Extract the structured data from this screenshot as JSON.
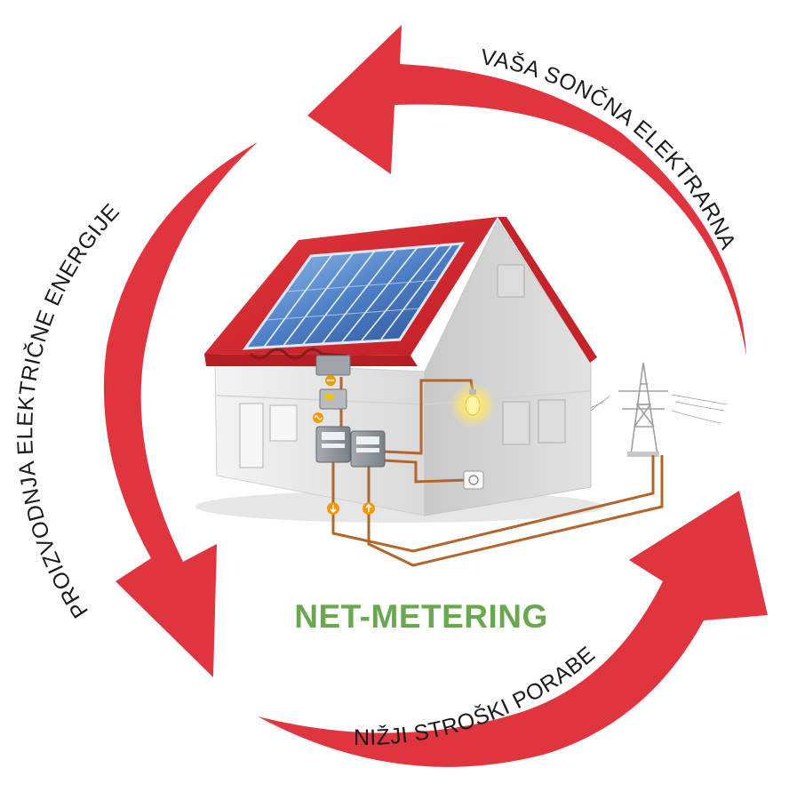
{
  "labels": {
    "top_right": "VAŠA SONČNA ELEKTRARNA",
    "left": "PROIZVODNJA ELEKTRIČNE ENERGIJE",
    "bottom": "NIŽJI STROŠKI PORABE"
  },
  "title": "NET-METERING",
  "colors": {
    "arrow": "#e0343f",
    "title": "#6aa84f",
    "roof": "#d7282f",
    "panel": "#3f6fb8",
    "wire": "#b5652a",
    "meter": "#8e949a",
    "bulb": "#ffe66b"
  },
  "icons": {
    "house": "house-icon",
    "solar_panel": "solar-panel-icon",
    "power_pylon": "power-pylon-icon",
    "light_bulb": "light-bulb-icon",
    "socket": "socket-icon",
    "meter": "electricity-meter-icon",
    "inverter": "inverter-icon"
  }
}
